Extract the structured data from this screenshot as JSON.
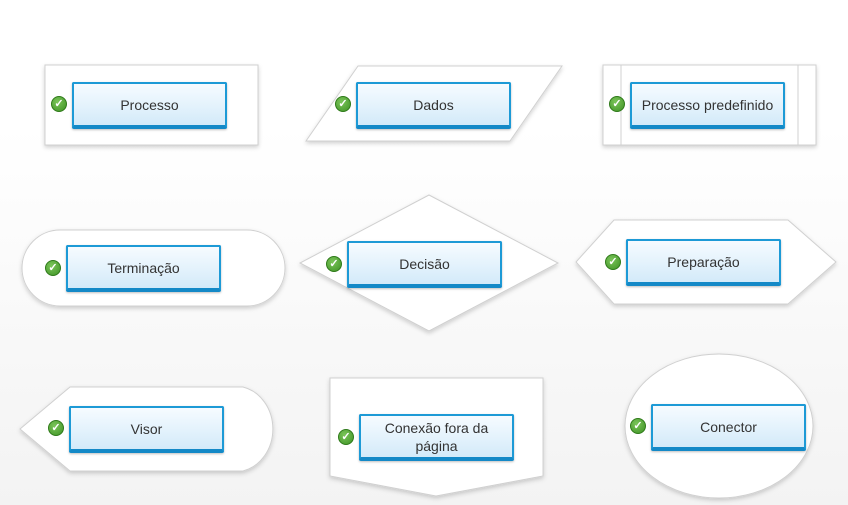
{
  "shapes": [
    {
      "key": "process",
      "label": "Processo"
    },
    {
      "key": "data",
      "label": "Dados"
    },
    {
      "key": "predefined_process",
      "label": "Processo predefinido"
    },
    {
      "key": "terminator",
      "label": "Terminação"
    },
    {
      "key": "decision",
      "label": "Decisão"
    },
    {
      "key": "preparation",
      "label": "Preparação"
    },
    {
      "key": "display",
      "label": "Visor"
    },
    {
      "key": "offpage_connector",
      "label": "Conexão fora da página"
    },
    {
      "key": "connector",
      "label": "Conector"
    }
  ],
  "colors": {
    "label_border": "#1d9ad6",
    "check_fill": "#4ea531",
    "shape_stroke": "#cfcfcf",
    "shape_fill": "#ffffff"
  }
}
